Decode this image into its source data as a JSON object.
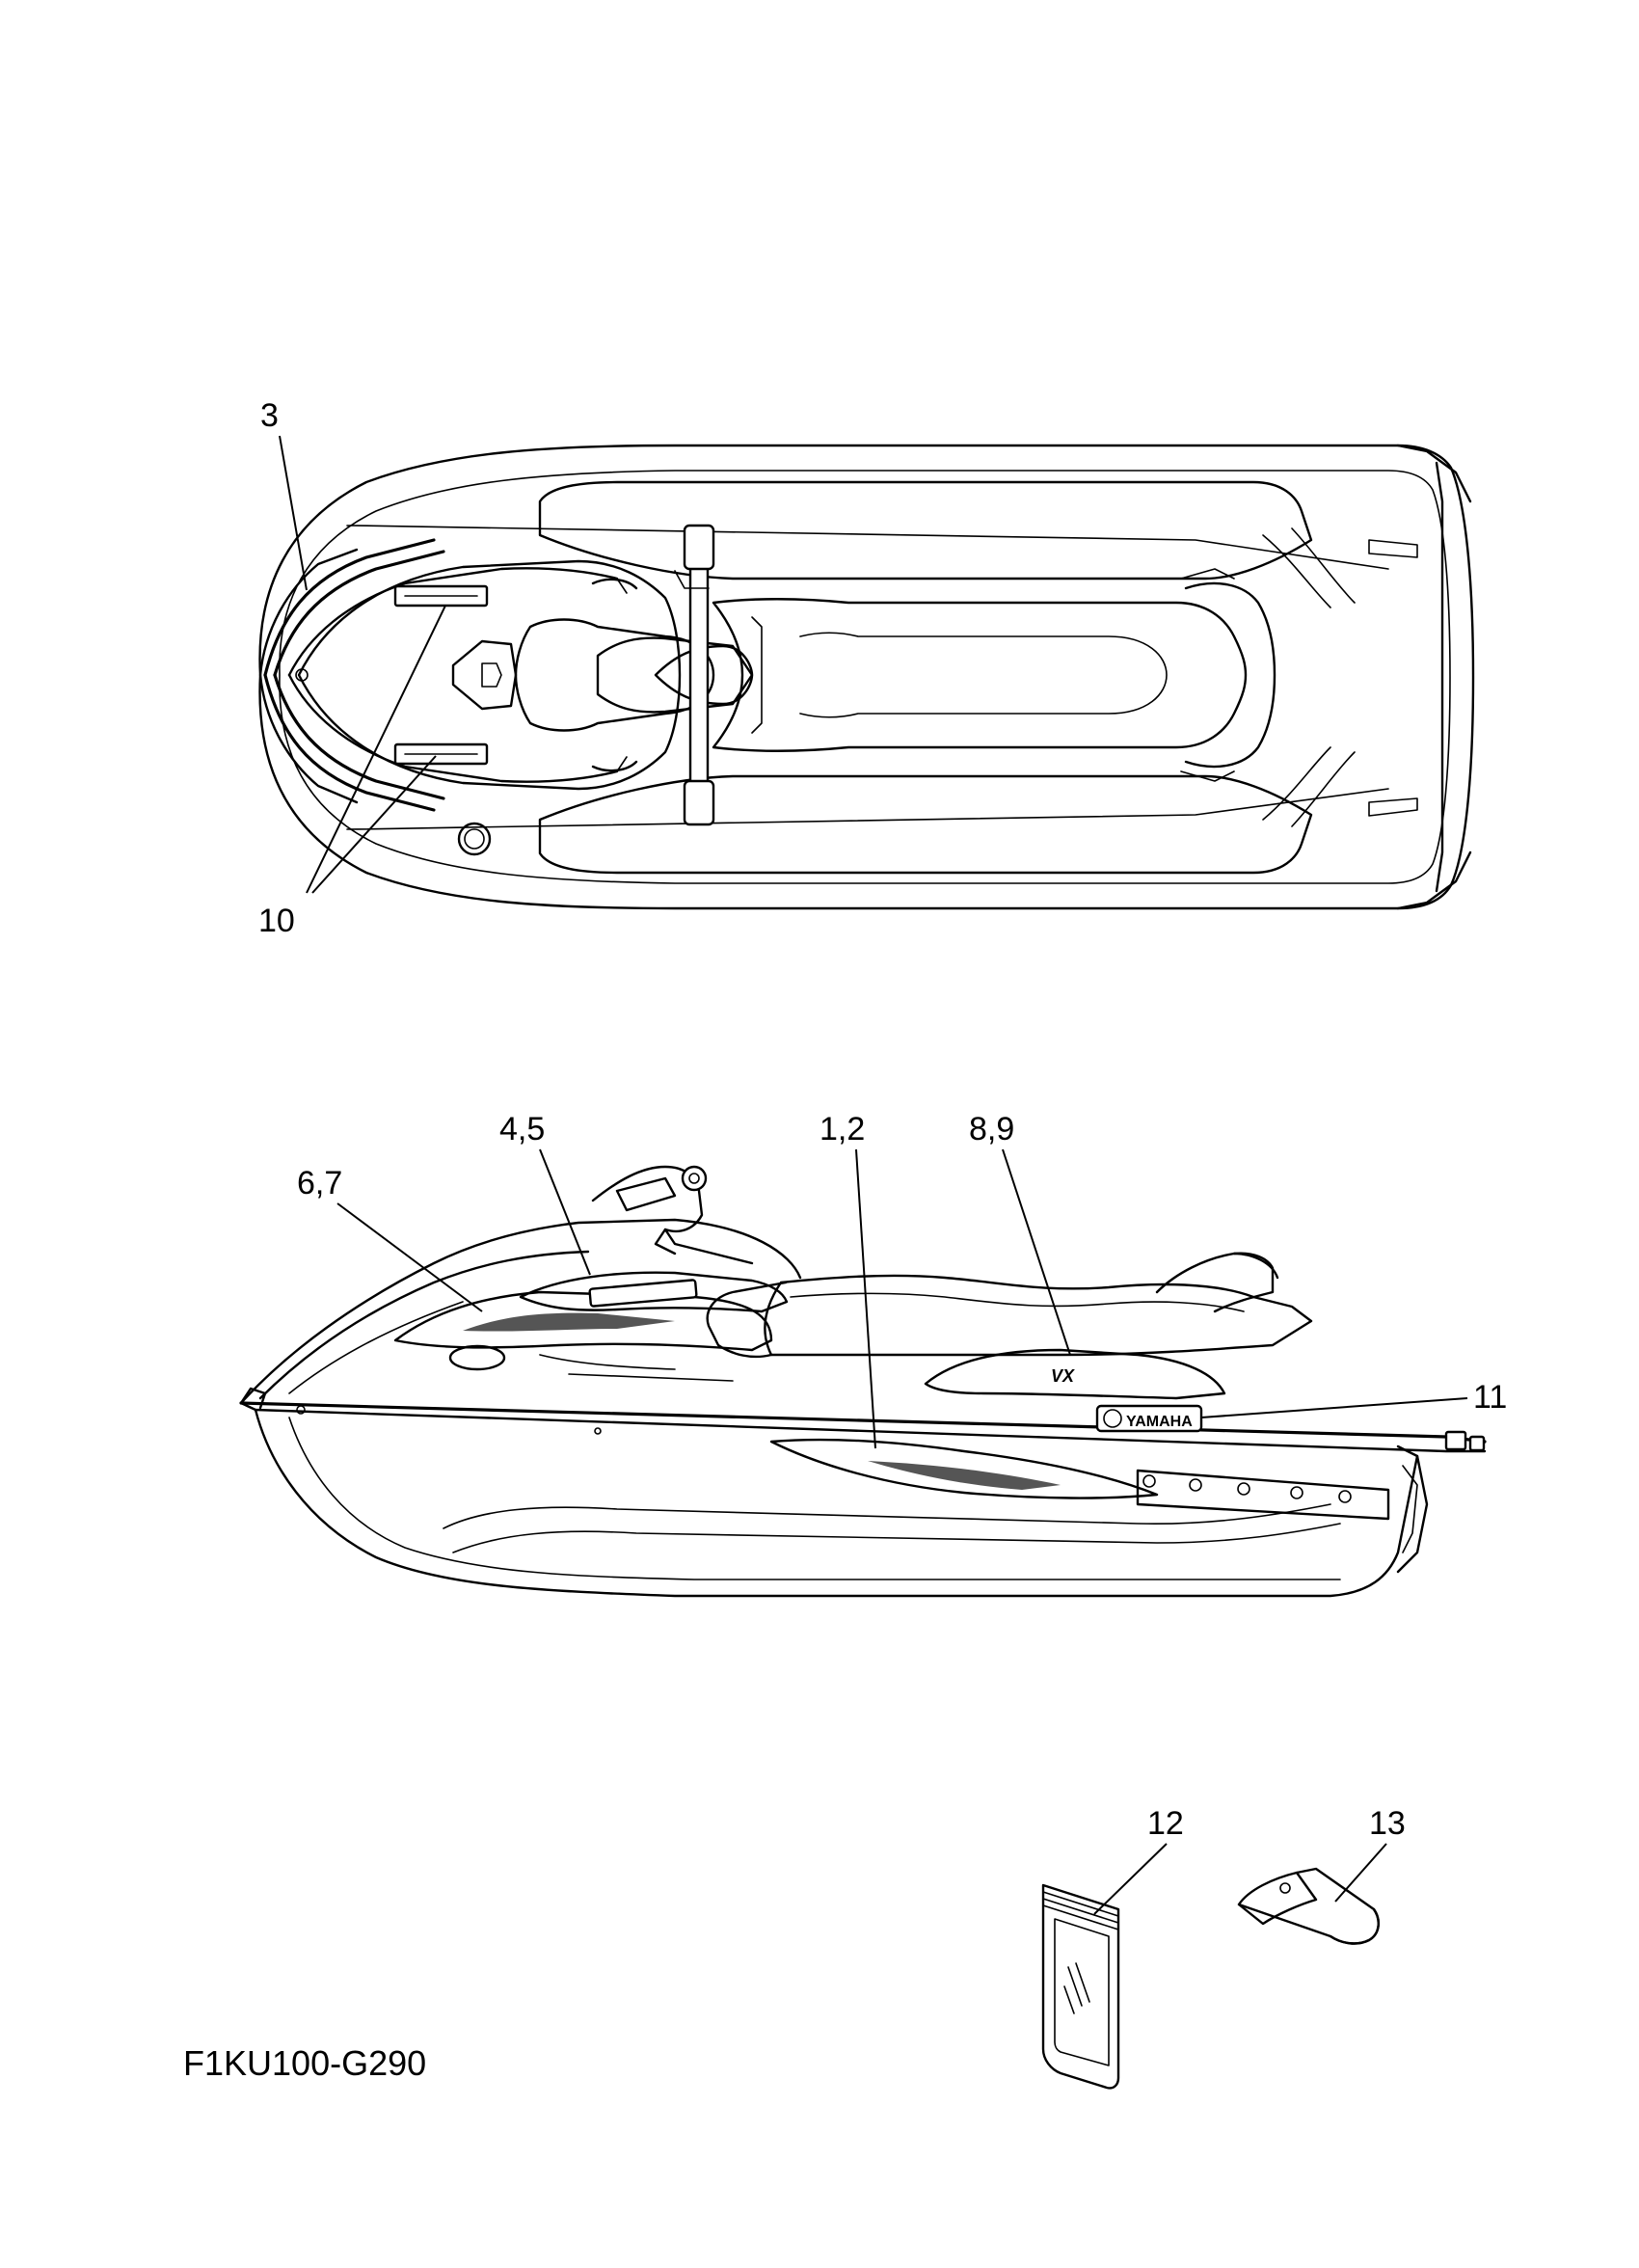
{
  "diagram": {
    "callouts": {
      "c3": "3",
      "c10": "10",
      "c45": "4,5",
      "c12pair": "1,2",
      "c89": "8,9",
      "c67": "6,7",
      "c11": "11",
      "c12": "12",
      "c13": "13"
    },
    "figure_code": "F1KU100-G290",
    "decal_text": {
      "brand": "YAMAHA",
      "model": "VX"
    }
  }
}
